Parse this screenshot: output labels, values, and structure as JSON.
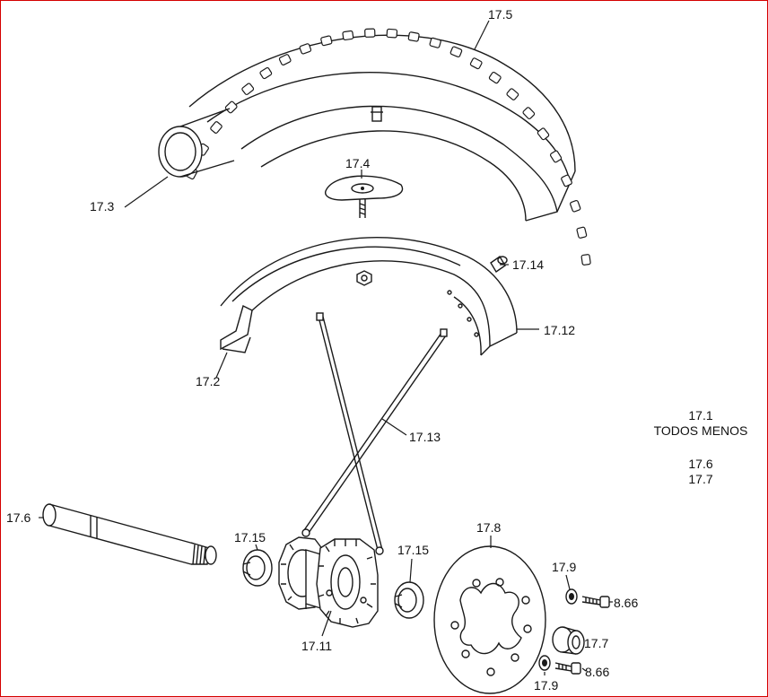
{
  "labels": {
    "tire": "17.5",
    "tube": "17.3",
    "rim_lock": "17.4",
    "valve_cap": "17.14",
    "rim_strip": "17.2",
    "rim": "17.12",
    "spokes": "17.13",
    "axle": "17.6",
    "seal_left": "17.15",
    "seal_right": "17.15",
    "hub": "17.11",
    "disc": "17.8",
    "nut_top": "17.9",
    "nut_bottom": "17.9",
    "bolt_top": "8.66",
    "bolt_bottom": "8.66",
    "spacer": "17.7"
  },
  "note": {
    "line1": "17.1",
    "line2": "TODOS MENOS",
    "line3": "17.6",
    "line4": "17.7"
  },
  "colors": {
    "border": "#d40000",
    "ink": "#1a1a1a",
    "background": "#ffffff"
  }
}
